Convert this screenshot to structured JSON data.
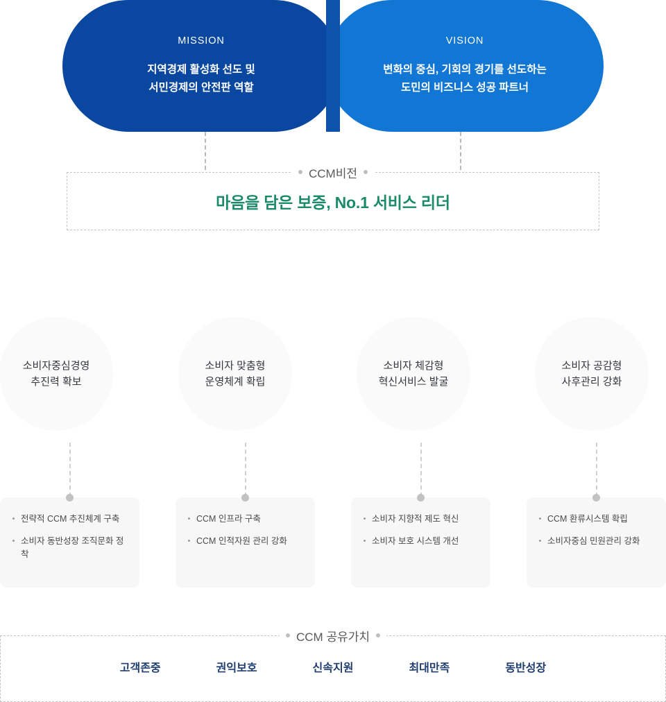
{
  "mission": {
    "kicker": "MISSION",
    "body": "지역경제 활성화 선도 및\n서민경제의 안전판 역할",
    "color": "#0a47a0"
  },
  "vision": {
    "kicker": "VISION",
    "body": "변화의 중심, 기회의 경기를 선도하는\n도민의 비즈니스 성공 파트너",
    "color": "#1277d4"
  },
  "ccm_vision": {
    "label": "CCM비전",
    "statement": "마음을 담은 보증, No.1 서비스 리더",
    "color": "#1a8a68"
  },
  "strategies": [
    {
      "title": "소비자중심경영\n추진력 확보",
      "tasks": [
        "전략적 CCM 추진체계 구축",
        "소비자 동반성장 조직문화 정착"
      ]
    },
    {
      "title": "소비자 맞춤형\n운영체계 확립",
      "tasks": [
        "CCM 인프라 구축",
        "CCM 인적자원 관리 강화"
      ]
    },
    {
      "title": "소비자 체감형\n혁신서비스 발굴",
      "tasks": [
        "소비자 지향적 제도 혁신",
        "소비자 보호 시스템 개선"
      ]
    },
    {
      "title": "소비자 공감형\n사후관리 강화",
      "tasks": [
        "CCM 환류시스템 확립",
        "소비자중심 민원관리 강화"
      ]
    }
  ],
  "shared_values": {
    "label": "CCM 공유가치",
    "items": [
      "고객존중",
      "권익보호",
      "신속지원",
      "최대만족",
      "동반성장"
    ],
    "color": "#1f3d6e"
  }
}
